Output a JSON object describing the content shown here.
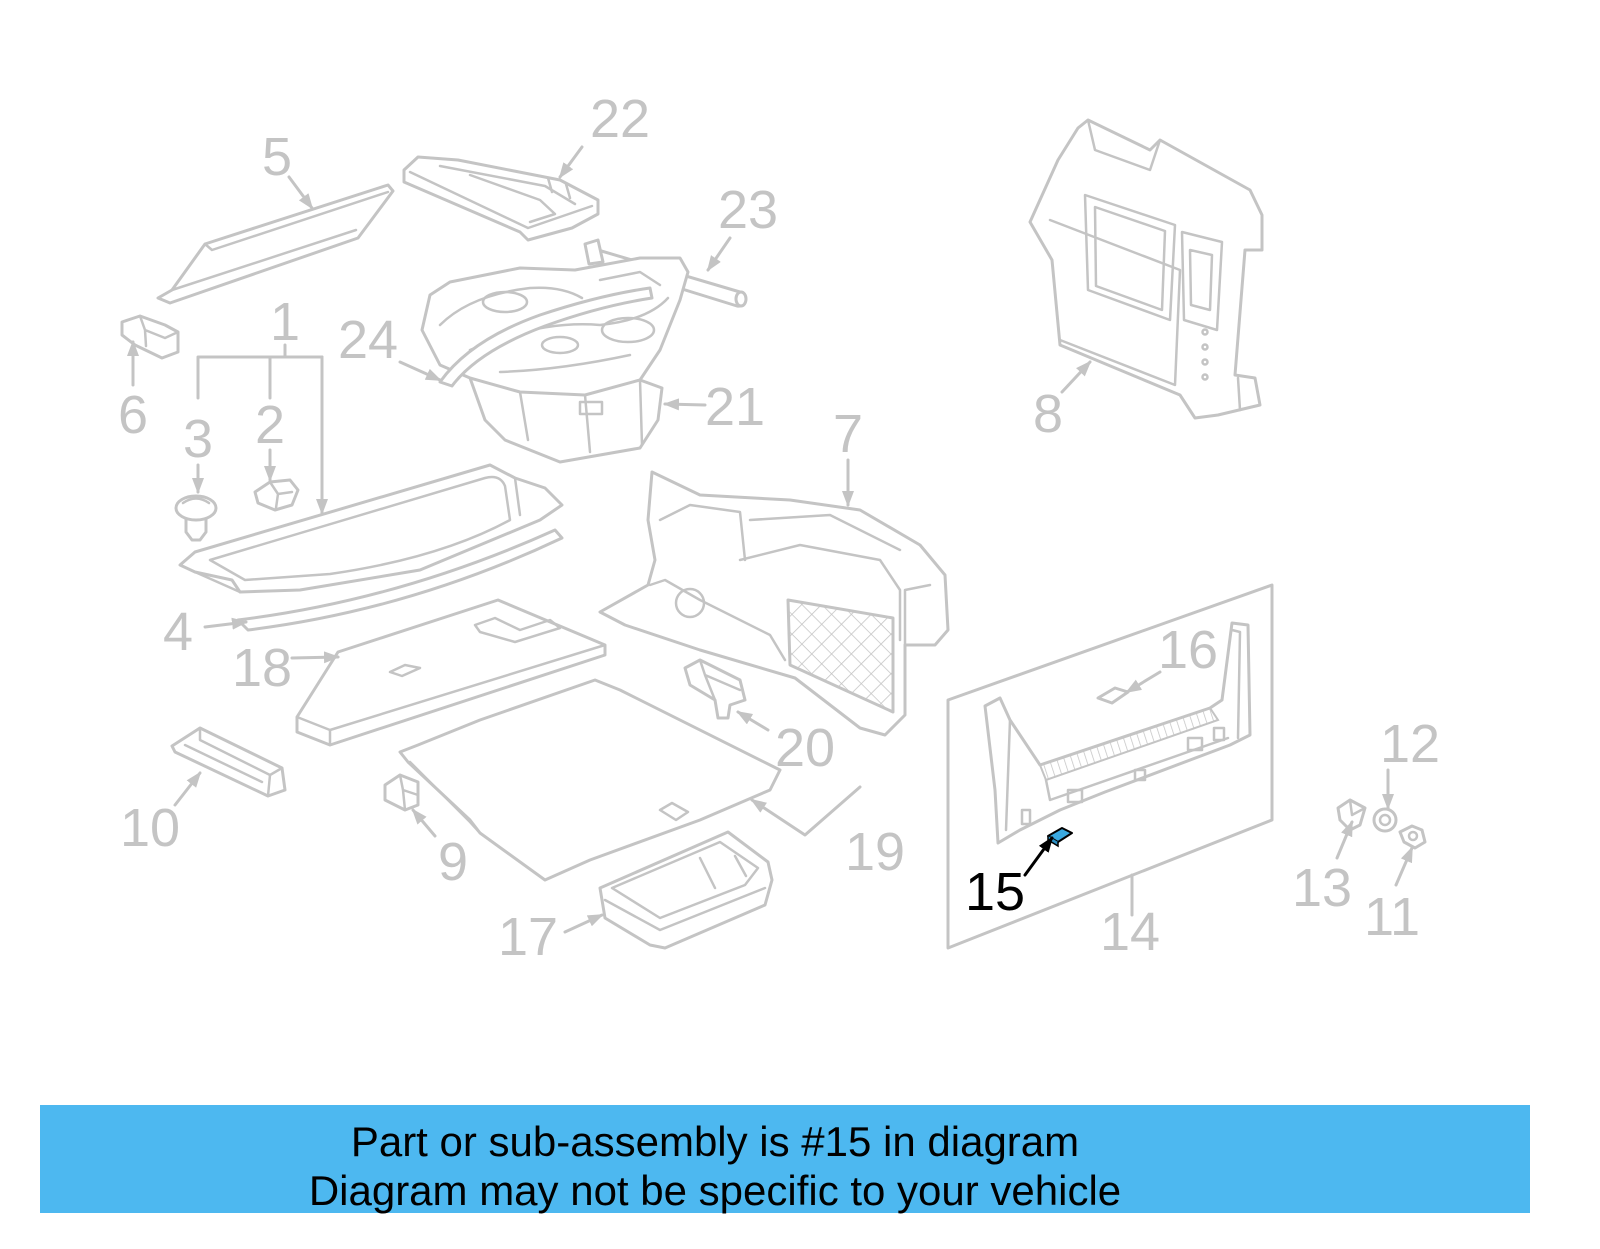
{
  "diagram": {
    "callouts": [
      {
        "label": "1"
      },
      {
        "label": "2"
      },
      {
        "label": "3"
      },
      {
        "label": "4"
      },
      {
        "label": "5"
      },
      {
        "label": "6"
      },
      {
        "label": "7"
      },
      {
        "label": "8"
      },
      {
        "label": "9"
      },
      {
        "label": "10"
      },
      {
        "label": "11"
      },
      {
        "label": "12"
      },
      {
        "label": "13"
      },
      {
        "label": "14"
      },
      {
        "label": "15",
        "highlighted": true
      },
      {
        "label": "16"
      },
      {
        "label": "17"
      },
      {
        "label": "18"
      },
      {
        "label": "19"
      },
      {
        "label": "20"
      },
      {
        "label": "21"
      },
      {
        "label": "22"
      },
      {
        "label": "23"
      },
      {
        "label": "24"
      }
    ]
  },
  "banner": {
    "line1": "Part or sub-assembly is #15 in diagram",
    "line2": "Diagram may not be specific to your vehicle"
  },
  "colors": {
    "banner_background": "#4db8f0",
    "line_art": "#c4c4c4",
    "callout_text": "#c4c4c4",
    "highlight_text": "#000000",
    "highlight_part": "#3aa9e0"
  }
}
